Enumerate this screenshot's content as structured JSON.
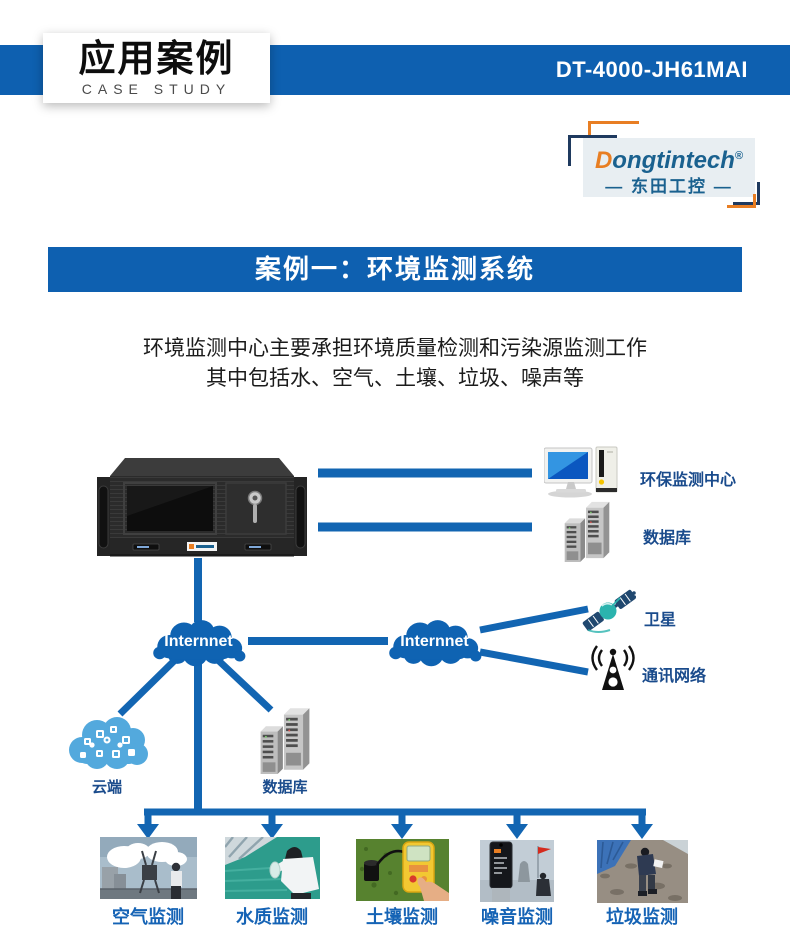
{
  "header": {
    "title": "应用案例",
    "subtitle": "CASE STUDY",
    "model": "DT-4000-JH61MAI"
  },
  "logo": {
    "brand_d": "D",
    "brand_rest": "ongtintech",
    "registered": "®",
    "brand_cn": "— 东田工控 —"
  },
  "banner": {
    "title": "案例一：环境监测系统"
  },
  "intro": {
    "line1": "环境监测中心主要承担环境质量检测和污染源监测工作",
    "line2": "其中包括水、空气、土壤、垃圾、噪声等"
  },
  "diagram": {
    "cloud_left": "Internnet",
    "cloud_right": "Internnet",
    "node_center": "环保监测中心",
    "node_db_right": "数据库",
    "node_satellite": "卫星",
    "node_network": "通讯网络",
    "node_cloud": "云端",
    "node_db_bottom": "数据库",
    "bottom_nodes": [
      {
        "label": "空气监测"
      },
      {
        "label": "水质监测"
      },
      {
        "label": "土壤监测"
      },
      {
        "label": "噪音监测"
      },
      {
        "label": "垃圾监测"
      }
    ]
  },
  "colors": {
    "primary_blue": "#0E60B0",
    "line_blue": "#1265B2",
    "label_blue": "#1A4B8C",
    "photo_label_blue": "#1563B5",
    "orange": "#E87E23",
    "logo_blue": "#1A618F",
    "logo_bg": "#E8EEF2"
  }
}
